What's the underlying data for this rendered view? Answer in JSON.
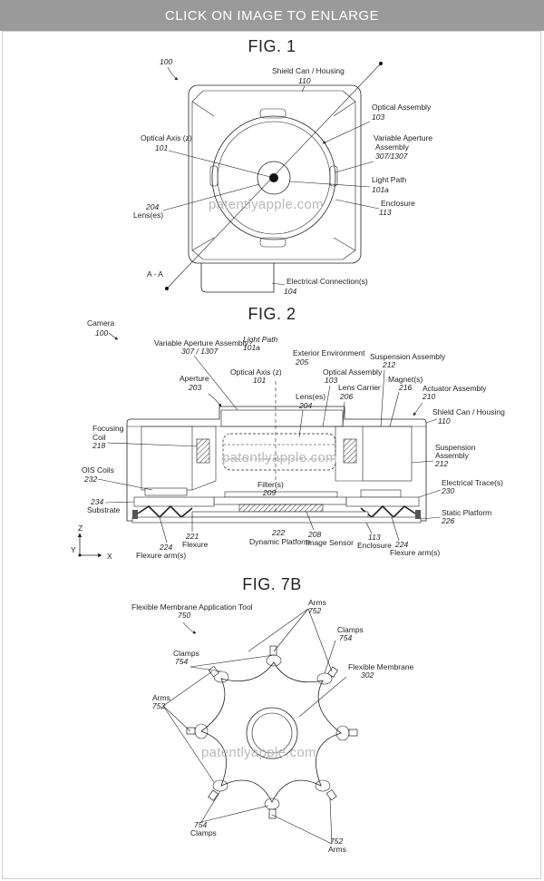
{
  "banner": {
    "text": "CLICK ON IMAGE TO ENLARGE"
  },
  "watermark": "patentlyapple.com",
  "fig1": {
    "title": "FIG. 1",
    "ref": "100",
    "shield_label": "Shield Can / Housing",
    "shield_num": "110",
    "optical_label": "Optical Assembly",
    "optical_num": "103",
    "aperture_label_1": "Variable Aperture",
    "aperture_label_2": "Assembly",
    "aperture_num": "307/1307",
    "axis_label": "Optical Axis (z)",
    "axis_num": "101",
    "lightpath_label": "Light Path",
    "lightpath_num": "101a",
    "lens_num": "204",
    "lens_label": "Lens(es)",
    "enclosure_label": "Enclosure",
    "enclosure_num": "113",
    "section": "A - A",
    "elec_label": "Electrical Connection(s)",
    "elec_num": "104"
  },
  "fig2": {
    "title": "FIG. 2",
    "camera_label": "Camera",
    "camera_num": "100",
    "vaa_label": "Variable Aperture Assembly",
    "vaa_num": "307 / 1307",
    "lp_label": "Light Path",
    "lp_num": "101a",
    "ext_label": "Exterior Environment",
    "ext_num": "205",
    "susp_label": "Suspension Assembly",
    "susp_num": "212",
    "axis_label": "Optical Axis (z)",
    "axis_num": "101",
    "opt_label": "Optical Assembly",
    "opt_num": "103",
    "magnet_label": "Magnet(s)",
    "magnet_num": "216",
    "aperture_label": "Aperture",
    "aperture_num": "203",
    "lenscarrier_label": "Lens Carrier",
    "lenscarrier_num": "206",
    "actuator_label": "Actuator Assembly",
    "actuator_num": "210",
    "lenses_label": "Lens(es)",
    "lenses_num": "204",
    "shield_label": "Shield Can / Housing",
    "shield_num": "110",
    "focus_label_1": "Focusing",
    "focus_label_2": "Coil",
    "focus_num": "218",
    "susp2_label_1": "Suspension",
    "susp2_label_2": "Assembly",
    "susp2_num": "212",
    "filter_label": "Filter(s)",
    "filter_num": "209",
    "ois_label": "OIS Coils",
    "ois_num": "232",
    "trace_label": "Electrical Trace(s)",
    "trace_num": "230",
    "substrate_num": "234",
    "substrate_label": "Substrate",
    "static_label": "Static Platform",
    "static_num": "226",
    "z_label": "Z",
    "y_label": "Y",
    "x_label": "X",
    "flexarm_l_num": "224",
    "flexarm_l_label": "Flexure arm(s)",
    "flexure_num": "221",
    "flexure_label": "Flexure",
    "dynplat_num": "222",
    "dynplat_label": "Dynamic Platform",
    "sensor_num": "208",
    "sensor_label": "Image Sensor",
    "encl_num": "113",
    "encl_label": "Enclosure",
    "flexarm_r_num": "224",
    "flexarm_r_label": "Flexure arm(s)"
  },
  "fig7b": {
    "title": "FIG. 7B",
    "tool_label": "Flexible Membrane Application Tool",
    "tool_num": "750",
    "arms_top_label": "Arms",
    "arms_top_num": "752",
    "clamps_tr_label": "Clamps",
    "clamps_tr_num": "754",
    "clamps_tl_label": "Clamps",
    "clamps_tl_num": "754",
    "membrane_label": "Flexible Membrane",
    "membrane_num": "302",
    "arms_left_label": "Arms",
    "arms_left_num": "752",
    "clamps_bl_num": "754",
    "clamps_bl_label": "Clamps",
    "arms_br_num": "752",
    "arms_br_label": "Arms"
  }
}
